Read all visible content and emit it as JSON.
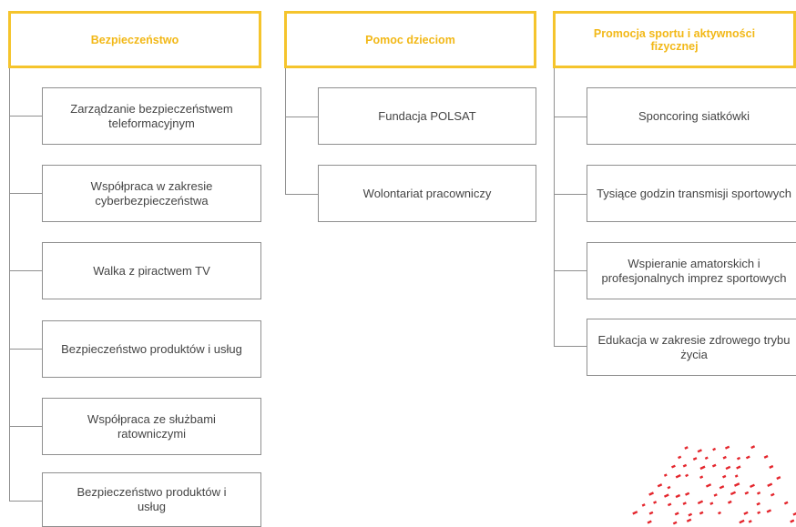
{
  "columns": [
    {
      "header": "Bezpieczeństwo",
      "items": [
        "Zarządzanie bezpieczeństwem teleformacyjnym",
        "Współpraca w zakresie cyberbezpieczeństwa",
        "Walka z piractwem TV",
        "Bezpieczeństwo produktów i usług",
        "Współpraca ze służbami ratowniczymi",
        "Bezpieczeństwo produktów i usług"
      ]
    },
    {
      "header": "Pomoc dzieciom",
      "items": [
        "Fundacja POLSAT",
        "Wolontariat pracowniczy"
      ]
    },
    {
      "header": "Promocja sportu i aktywności fizycznej",
      "items": [
        "Sponcoring siatkówki",
        "Tysiące godzin transmisji sportowych",
        "Wspieranie amatorskich i profesjonalnych imprez sportowych",
        "Edukacja w zakresie zdrowego trybu życia"
      ]
    }
  ],
  "colors": {
    "header_border": "#F5C42C",
    "header_text": "#F2B817",
    "connector": "#8f8f8f",
    "decoration": "#E4262D"
  }
}
